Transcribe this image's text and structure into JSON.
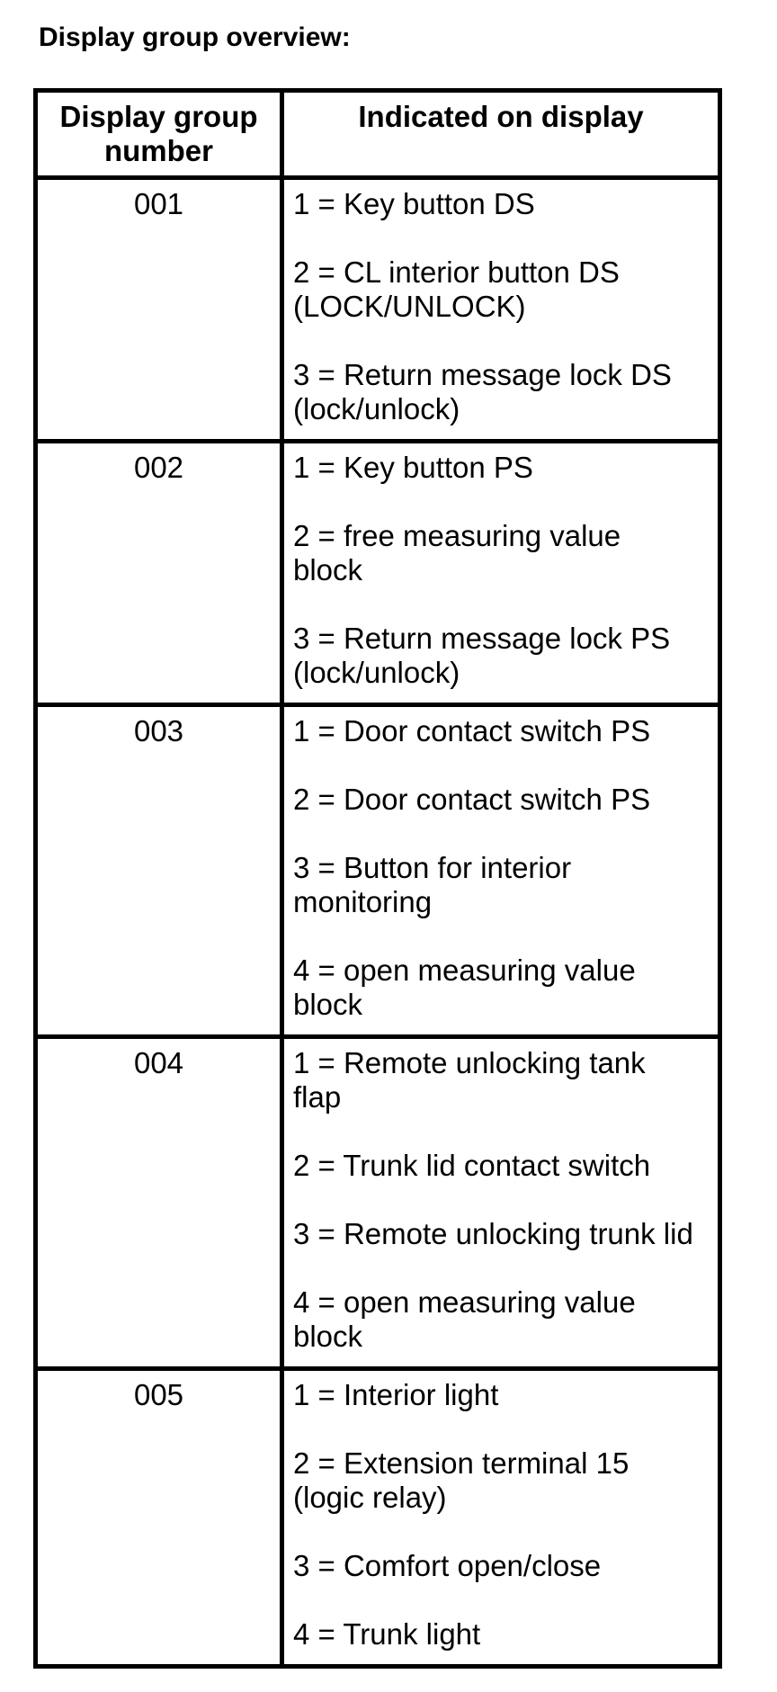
{
  "doc": {
    "title": "Display group overview:"
  },
  "colors": {
    "text": "#000000",
    "background": "#ffffff",
    "table_border": "#000000"
  },
  "table": {
    "headers": [
      "Display group number",
      "Indicated on display"
    ],
    "rows": [
      {
        "group": "001",
        "items": [
          "1 = Key button DS",
          "2 = CL interior button DS\n(LOCK/UNLOCK)",
          "3 = Return message lock DS\n(lock/unlock)"
        ]
      },
      {
        "group": "002",
        "items": [
          "1 = Key button PS",
          "2 = free measuring value\nblock",
          "3 = Return message lock PS\n(lock/unlock)"
        ]
      },
      {
        "group": "003",
        "items": [
          "1 = Door contact switch PS",
          "2 = Door contact switch PS",
          "3 = Button for interior\nmonitoring",
          "4 = open measuring value\nblock"
        ]
      },
      {
        "group": "004",
        "items": [
          "1 = Remote unlocking tank\nflap",
          "2 = Trunk lid contact switch",
          "3 = Remote unlocking trunk lid",
          "4 = open measuring value\nblock"
        ]
      },
      {
        "group": "005",
        "items": [
          "1 = Interior light",
          "2 = Extension terminal 15\n(logic relay)",
          "3 = Comfort open/close",
          "4 = Trunk light"
        ]
      }
    ]
  }
}
